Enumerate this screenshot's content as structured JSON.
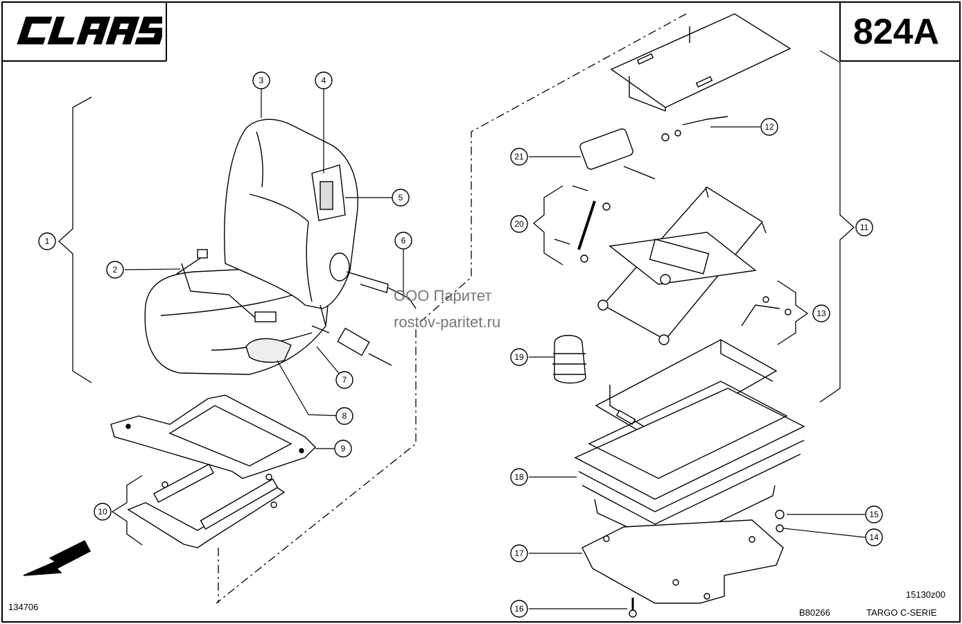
{
  "header": {
    "brand": "CLAAS",
    "page_code": "824A"
  },
  "watermark": {
    "line1": "ООО Паритет",
    "line2": "rostov-paritet.ru"
  },
  "footer": {
    "left_code": "134706",
    "center_code": "B80266",
    "right_code": "15130z00",
    "series": "TARGO C-SERIE"
  },
  "callouts": [
    "1",
    "2",
    "3",
    "4",
    "5",
    "6",
    "7",
    "8",
    "9",
    "10",
    "11",
    "12",
    "13",
    "14",
    "15",
    "16",
    "17",
    "18",
    "19",
    "20",
    "21"
  ]
}
